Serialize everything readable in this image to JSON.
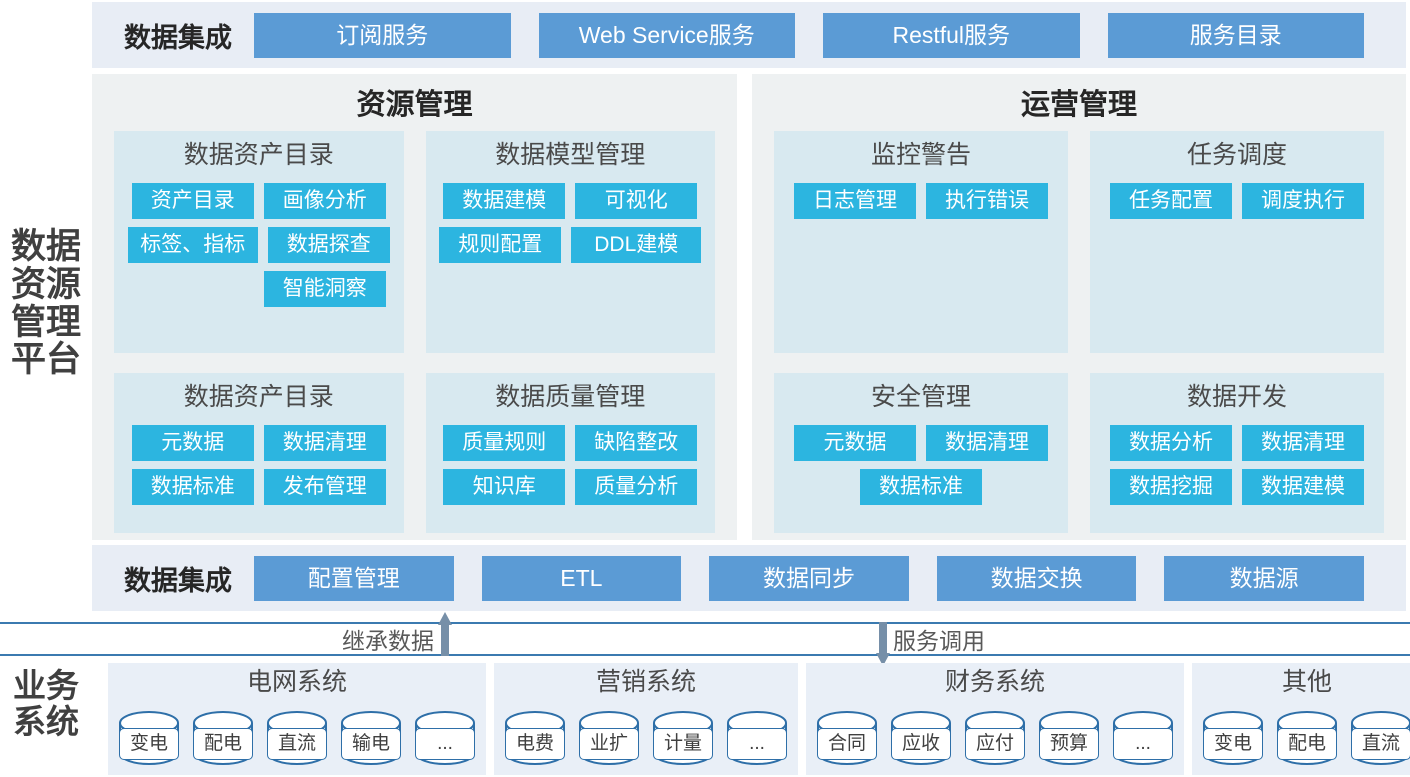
{
  "rails": {
    "platform": [
      "数据",
      "资源",
      "管理",
      "平台"
    ],
    "business": [
      "业务",
      "系统"
    ]
  },
  "colors": {
    "band_chip": "#5B9BD5",
    "inner_chip": "#2CB5E0",
    "card_bg": "#D8E9F0",
    "panel_bg": "#EEF1F2",
    "band_bg": "#E8EDF5",
    "biz_bg": "#E9EFF7",
    "arrow": "#768FA8",
    "connector_line": "#3B7AB0"
  },
  "top_band": {
    "title": "数据集成",
    "items": [
      {
        "label": "订阅服务"
      },
      {
        "label": "Web Service服务"
      },
      {
        "label": "Restful服务"
      },
      {
        "label": "服务目录"
      }
    ]
  },
  "bottom_band": {
    "title": "数据集成",
    "items": [
      {
        "label": "配置管理"
      },
      {
        "label": "ETL"
      },
      {
        "label": "数据同步"
      },
      {
        "label": "数据交换"
      },
      {
        "label": "数据源"
      }
    ]
  },
  "panels": [
    {
      "id": "resource",
      "title": "资源管理",
      "cards": [
        {
          "title": "数据资产目录",
          "chips": [
            "资产目录",
            "画像分析",
            "标签、指标",
            "数据探查",
            "",
            "智能洞察"
          ]
        },
        {
          "title": "数据模型管理",
          "chips": [
            "数据建模",
            "可视化",
            "规则配置",
            "DDL建模"
          ]
        },
        {
          "title": "数据资产目录",
          "chips": [
            "元数据",
            "数据清理",
            "数据标准",
            "发布管理"
          ]
        },
        {
          "title": "数据质量管理",
          "chips": [
            "质量规则",
            "缺陷整改",
            "知识库",
            "质量分析"
          ]
        }
      ]
    },
    {
      "id": "operation",
      "title": "运营管理",
      "cards": [
        {
          "title": "监控警告",
          "chips": [
            "日志管理",
            "执行错误"
          ]
        },
        {
          "title": "任务调度",
          "chips": [
            "任务配置",
            "调度执行"
          ]
        },
        {
          "title": "安全管理",
          "chips": [
            "元数据",
            "数据清理",
            "数据标准"
          ]
        },
        {
          "title": "数据开发",
          "chips": [
            "数据分析",
            "数据清理",
            "数据挖掘",
            "数据建模"
          ]
        }
      ]
    }
  ],
  "connectors": [
    {
      "label": "继承数据",
      "direction": "up",
      "icon": "arrow-up-icon"
    },
    {
      "label": "服务调用",
      "direction": "down",
      "icon": "arrow-down-icon"
    }
  ],
  "business_systems": [
    {
      "title": "电网系统",
      "databases": [
        "变电",
        "配电",
        "直流",
        "输电",
        "..."
      ]
    },
    {
      "title": "营销系统",
      "databases": [
        "电费",
        "业扩",
        "计量",
        "..."
      ]
    },
    {
      "title": "财务系统",
      "databases": [
        "合同",
        "应收",
        "应付",
        "预算",
        "..."
      ]
    },
    {
      "title": "其他",
      "databases": [
        "变电",
        "配电",
        "直流"
      ]
    }
  ]
}
